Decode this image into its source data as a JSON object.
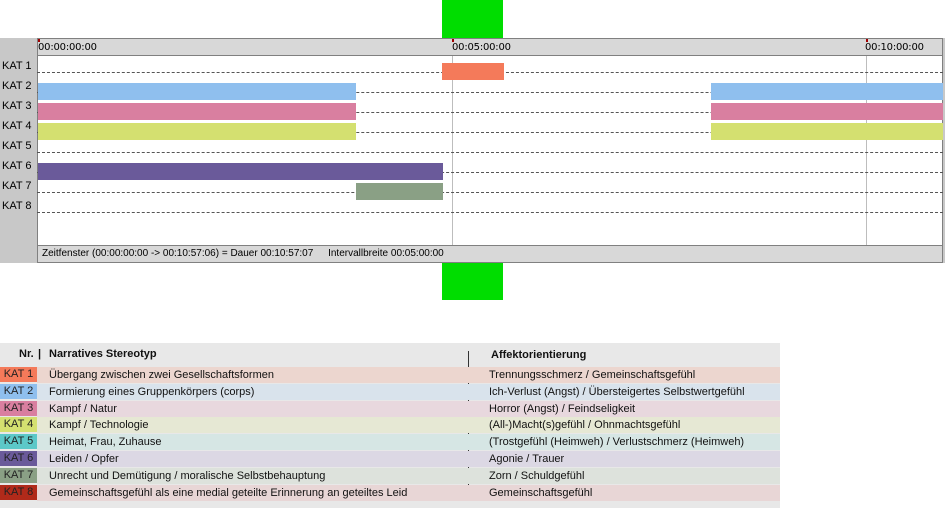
{
  "timeline": {
    "ruler_ticks": [
      "00:00:00:00",
      "00:05:00:00",
      "00:10:00:00"
    ],
    "rows": [
      "KAT 1",
      "KAT 2",
      "KAT 3",
      "KAT 4",
      "KAT 5",
      "KAT 6",
      "KAT 7",
      "KAT 8"
    ],
    "status_window": "Zeitfenster (00:00:00:00 -> 00:10:57:06) = Dauer 00:10:57:07",
    "status_interval": "Intervallbreite 00:05:00:00"
  },
  "legend": {
    "header_nr": "Nr.",
    "header_stereotype": "Narratives Stereotyp",
    "header_affect": "Affektorientierung",
    "items": [
      {
        "kat": "KAT 1",
        "color": "#f47a5a",
        "bg": "#ecd6cf",
        "stereotype": "Übergang zwischen zwei Gesellschaftsformen",
        "affect": "Trennungsschmerz / Gemeinschaftsgefühl"
      },
      {
        "kat": "KAT 2",
        "color": "#8fbfee",
        "bg": "#d9e3ec",
        "stereotype": "Formierung eines Gruppenkörpers (corps)",
        "affect": "Ich-Verlust (Angst) / Übersteigertes Selbstwertgefühl"
      },
      {
        "kat": "KAT 3",
        "color": "#d97fa0",
        "bg": "#e8d8de",
        "stereotype": "Kampf / Natur",
        "affect": "Horror (Angst) / Feindseligkeit"
      },
      {
        "kat": "KAT 4",
        "color": "#d4e070",
        "bg": "#e6e8d4",
        "stereotype": "Kampf / Technologie",
        "affect": "(All-)Macht(s)gefühl / Ohnmachtsgefühl"
      },
      {
        "kat": "KAT 5",
        "color": "#5cc8c8",
        "bg": "#d6e6e4",
        "stereotype": "Heimat, Frau, Zuhause",
        "affect": "(Trostgefühl (Heimweh) / Verlustschmerz (Heimweh)"
      },
      {
        "kat": "KAT 6",
        "color": "#6a5a9a",
        "bg": "#dcd8e4",
        "stereotype": "Leiden / Opfer",
        "affect": "Agonie / Trauer"
      },
      {
        "kat": "KAT 7",
        "color": "#8aa085",
        "bg": "#dde2dc",
        "stereotype": "Unrecht und Demütigung / moralische Selbstbehauptung",
        "affect": "Zorn / Schuldgefühl"
      },
      {
        "kat": "KAT 8",
        "color": "#b02a1a",
        "bg": "#e8d6d6",
        "stereotype": "Gemeinschaftsgefühl als eine medial geteilte Erinnerung an geteiltes Leid",
        "affect": "Gemeinschaftsgefühl"
      }
    ]
  }
}
